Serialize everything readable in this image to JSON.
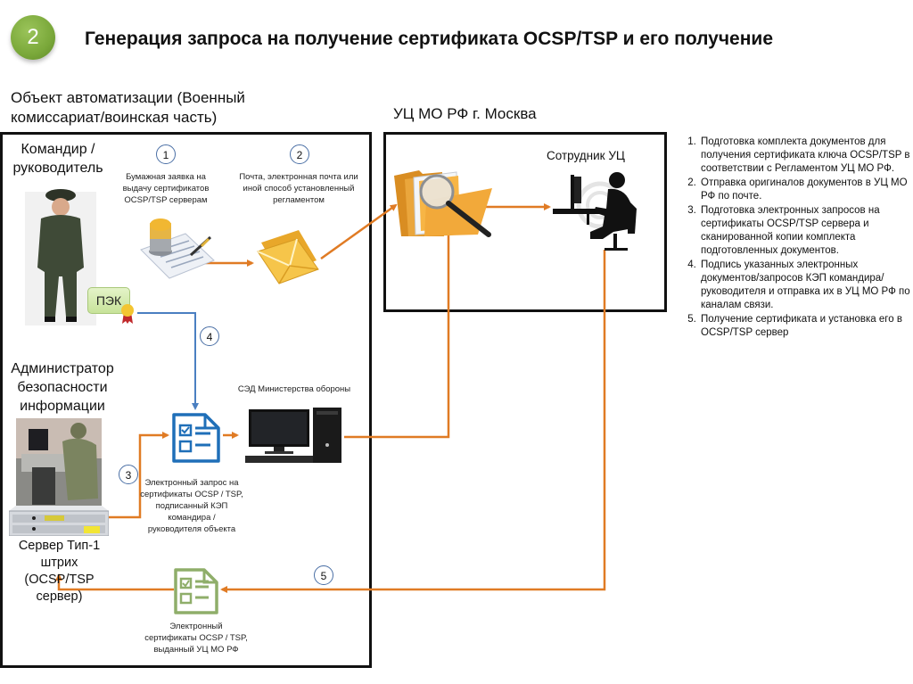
{
  "slide": {
    "step_number": "2",
    "title": "Генерация запроса на получение сертификата OCSP/TSP и его получение"
  },
  "left_section": {
    "label_line1": "Объект автоматизации (Военный",
    "label_line2": "комиссариат/воинская часть)",
    "commander": {
      "line1": "Командир /",
      "line2": "руководитель"
    },
    "pek_label": "ПЭК",
    "admin": {
      "line1": "Администратор",
      "line2": "безопасности",
      "line3": "информации"
    },
    "server": {
      "line1": "Сервер Тип-1 штрих",
      "line2": "(OCSP/TSP сервер)"
    },
    "sed_label": "СЭД Министерства обороны",
    "step1": {
      "num": "1",
      "caption": [
        "Бумажная заявка на",
        "выдачу сертификатов",
        "OCSP/TSP серверам"
      ]
    },
    "step2": {
      "num": "2",
      "caption": [
        "Почта, электронная почта или",
        "иной способ установленный",
        "регламентом"
      ]
    },
    "step3": {
      "num": "3",
      "caption": [
        "Электронный запрос на",
        "сертификаты OCSP / TSP,",
        "подписанный КЭП",
        "командира /",
        "руководителя объекта"
      ]
    },
    "step4": {
      "num": "4"
    },
    "step5": {
      "num": "5",
      "caption": [
        "Электронный",
        "сертификаты OCSP / TSP,",
        "выданный УЦ МО РФ"
      ]
    }
  },
  "right_section": {
    "label": "УЦ МО РФ г. Москва",
    "employee_label": "Сотрудник УЦ"
  },
  "steps_list": [
    "Подготовка комплекта документов для получения сертификата ключа OCSP/TSP  в соответствии с Регламентом УЦ МО РФ.",
    "Отправка оригиналов документов в УЦ МО РФ по почте.",
    "Подготовка электронных запросов на сертификаты OCSP/TSP сервера и сканированной копии комплекта подготовленных документов.",
    "Подпись указанных электронных документов/запросов КЭП командира/руководителя и отправка их в УЦ МО РФ по каналам связи.",
    "Получение сертификата и установка его в OCSP/TSP сервер"
  ],
  "colors": {
    "flow_orange": "#e07b24",
    "flow_blue": "#4a7fc1",
    "badge_green": "#7aa83a",
    "doc_blue": "#1f6fb8",
    "doc_green": "#8fae6a"
  }
}
